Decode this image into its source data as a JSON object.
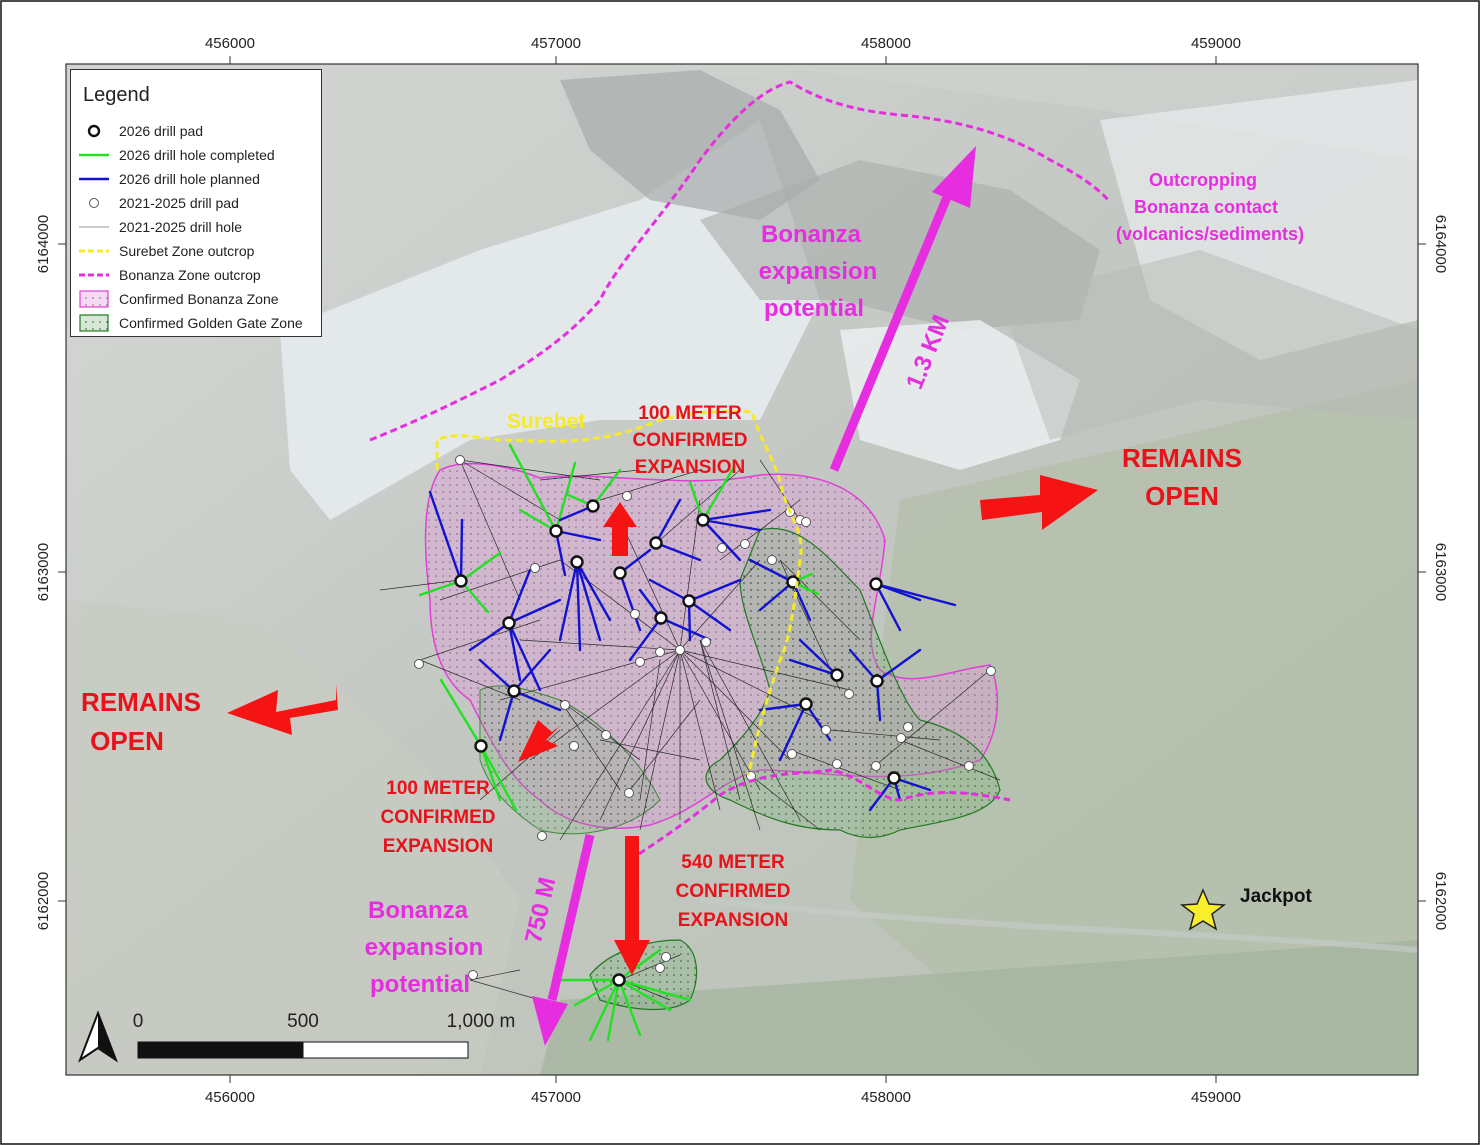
{
  "axes": {
    "easting_labels": [
      "456000",
      "457000",
      "458000",
      "459000"
    ],
    "northing_labels": [
      "6164000",
      "6163000",
      "6162000"
    ]
  },
  "legend": {
    "title": "Legend",
    "items": [
      {
        "key": "drill_pad_2026",
        "label": "2026 drill pad"
      },
      {
        "key": "hole_completed_2026",
        "label": "2026 drill hole completed"
      },
      {
        "key": "hole_planned_2026",
        "label": "2026 drill hole planned"
      },
      {
        "key": "pad_2021_2025",
        "label": "2021-2025 drill pad"
      },
      {
        "key": "hole_2021_2025",
        "label": "2021-2025 drill hole"
      },
      {
        "key": "surebet_outcrop",
        "label": "Surebet Zone outcrop"
      },
      {
        "key": "bonanza_outcrop",
        "label": "Bonanza Zone outcrop"
      },
      {
        "key": "confirmed_bonanza",
        "label": "Confirmed Bonanza Zone"
      },
      {
        "key": "confirmed_golden_gate",
        "label": "Confirmed Golden Gate Zone"
      }
    ]
  },
  "labels": {
    "surebet": "Surebet",
    "expansion_top": [
      "100 METER",
      "CONFIRMED",
      "EXPANSION"
    ],
    "expansion_left": [
      "100 METER",
      "CONFIRMED",
      "EXPANSION"
    ],
    "expansion_bottom": [
      "540 METER",
      "CONFIRMED",
      "EXPANSION"
    ],
    "remains_open_right": [
      "REMAINS",
      "OPEN"
    ],
    "remains_open_left": [
      "REMAINS",
      "OPEN"
    ],
    "bonanza_potential_top": [
      "Bonanza",
      "expansion",
      "potential"
    ],
    "bonanza_potential_bottom": [
      "Bonanza",
      "expansion",
      "potential"
    ],
    "outcrop_contact": [
      "Outcropping",
      "Bonanza contact",
      "(volcanics/sediments)"
    ],
    "distance_north": "1.3 KM",
    "distance_south": "750 M",
    "jackpot": "Jackpot"
  },
  "scale_bar": {
    "ticks": [
      "0",
      "500",
      "1,000 m"
    ]
  },
  "colors": {
    "completed_hole": "#22e022",
    "planned_hole": "#1212d0",
    "surebet": "#f5ea2a",
    "bonanza_outcrop": "#e62ee0",
    "bonanza_zone": "#e040d8",
    "golden_gate_zone": "#1f7a1f",
    "arrow_red": "#f51313",
    "arrow_magenta": "#e62ee0",
    "star": "#f8ef2a"
  },
  "icons": {
    "north_arrow": "north-arrow-icon",
    "jackpot_marker": "star-icon"
  }
}
